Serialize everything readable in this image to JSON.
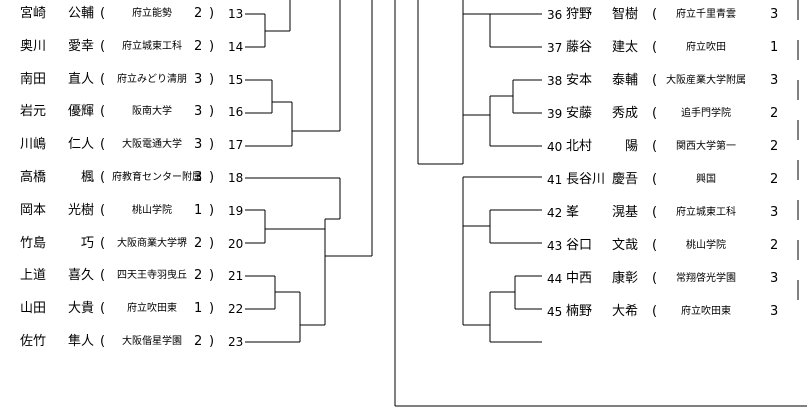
{
  "left_players": [
    {
      "surname": "宮崎",
      "given": "公輔",
      "school": "府立能勢",
      "grade": "2",
      "seed": "13"
    },
    {
      "surname": "奥川",
      "given": "愛幸",
      "school": "府立城東工科",
      "grade": "2",
      "seed": "14"
    },
    {
      "surname": "南田",
      "given": "直人",
      "school": "府立みどり清朋",
      "grade": "3",
      "seed": "15"
    },
    {
      "surname": "岩元",
      "given": "優輝",
      "school": "阪南大学",
      "grade": "3",
      "seed": "16"
    },
    {
      "surname": "川嶋",
      "given": "仁人",
      "school": "大阪電通大学",
      "grade": "3",
      "seed": "17"
    },
    {
      "surname": "高橋",
      "given": "楓",
      "school": "府教育センター附属",
      "grade": "3",
      "seed": "18"
    },
    {
      "surname": "岡本",
      "given": "光樹",
      "school": "桃山学院",
      "grade": "1",
      "seed": "19"
    },
    {
      "surname": "竹島",
      "given": "巧",
      "school": "大阪商業大学堺",
      "grade": "2",
      "seed": "20"
    },
    {
      "surname": "上道",
      "given": "喜久",
      "school": "四天王寺羽曳丘",
      "grade": "2",
      "seed": "21"
    },
    {
      "surname": "山田",
      "given": "大貴",
      "school": "府立吹田東",
      "grade": "1",
      "seed": "22"
    },
    {
      "surname": "佐竹",
      "given": "隼人",
      "school": "大阪偕星学園",
      "grade": "2",
      "seed": "23"
    }
  ],
  "right_players": [
    {
      "seed": "36",
      "surname": "狩野",
      "given": "智樹",
      "school": "府立千里青雲",
      "grade": "3"
    },
    {
      "seed": "37",
      "surname": "藤谷",
      "given": "建太",
      "school": "府立吹田",
      "grade": "1"
    },
    {
      "seed": "38",
      "surname": "安本",
      "given": "泰輔",
      "school": "大阪産業大学附属",
      "grade": "3"
    },
    {
      "seed": "39",
      "surname": "安藤",
      "given": "秀成",
      "school": "追手門学院",
      "grade": "2"
    },
    {
      "seed": "40",
      "surname": "北村",
      "given": "陽",
      "school": "関西大学第一",
      "grade": "2"
    },
    {
      "seed": "41",
      "surname": "長谷川",
      "given": "慶吾",
      "school": "興国",
      "grade": "2"
    },
    {
      "seed": "42",
      "surname": "峯",
      "given": "滉基",
      "school": "府立城東工科",
      "grade": "3"
    },
    {
      "seed": "43",
      "surname": "谷口",
      "given": "文哉",
      "school": "桃山学院",
      "grade": "2"
    },
    {
      "seed": "44",
      "surname": "中西",
      "given": "康彰",
      "school": "常翔啓光学園",
      "grade": "3"
    },
    {
      "seed": "45",
      "surname": "楠野",
      "given": "大希",
      "school": "府立吹田東",
      "grade": "3"
    }
  ],
  "bracket_chars": {
    "open": "(",
    "close": ")"
  }
}
